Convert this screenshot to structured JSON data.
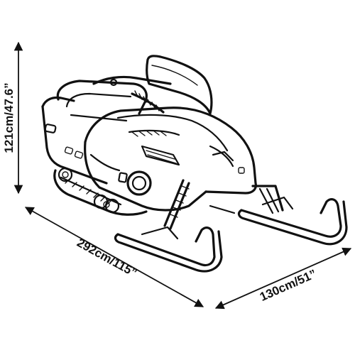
{
  "dimensions": {
    "height": "121cm/47.6”",
    "length": "292cm/115”",
    "width": "130cm/51”"
  },
  "colors": {
    "ink": "#111111",
    "background": "#ffffff"
  }
}
